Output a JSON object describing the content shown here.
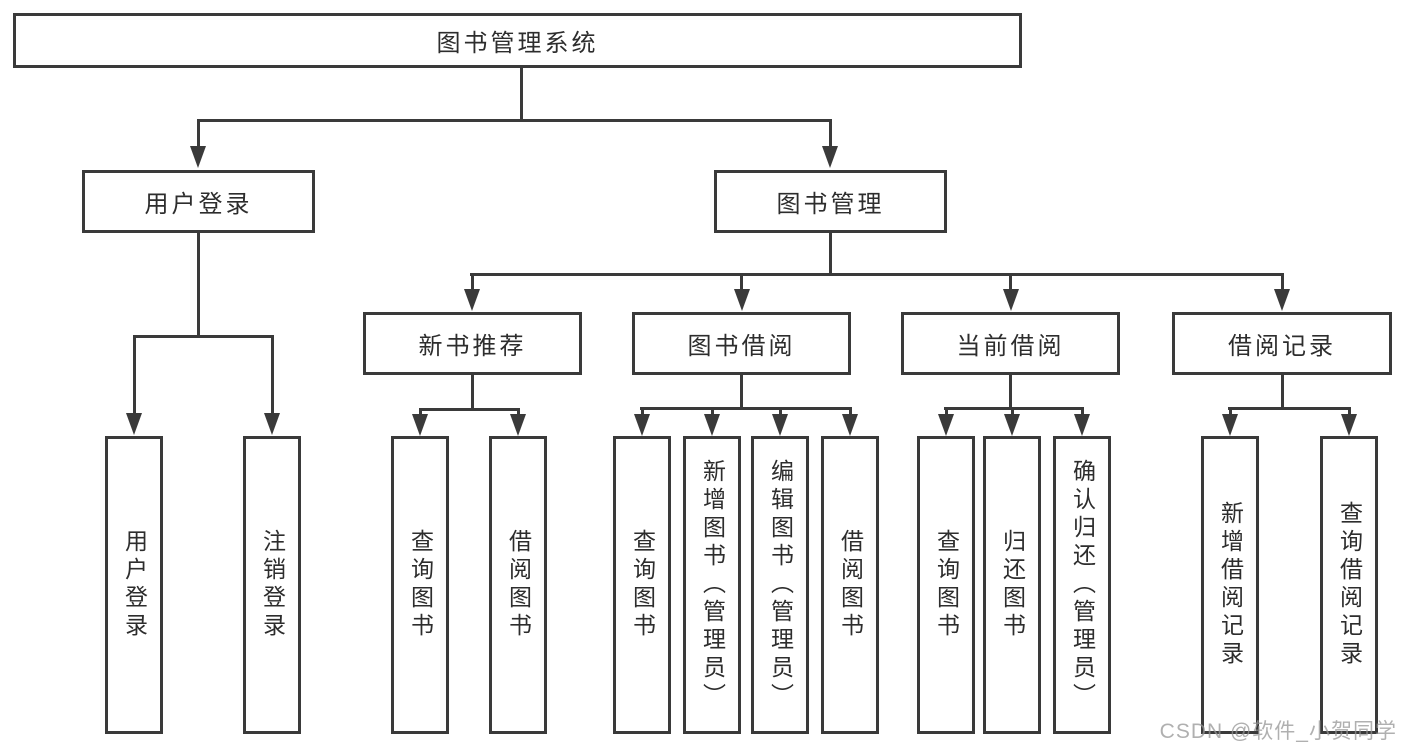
{
  "tree": {
    "label": "图书管理系统",
    "children": [
      {
        "label": "用户登录",
        "children": [
          {
            "label": "用户登录"
          },
          {
            "label": "注销登录"
          }
        ]
      },
      {
        "label": "图书管理",
        "children": [
          {
            "label": "新书推荐",
            "children": [
              {
                "label": "查询图书"
              },
              {
                "label": "借阅图书"
              }
            ]
          },
          {
            "label": "图书借阅",
            "children": [
              {
                "label": "查询图书"
              },
              {
                "label": "新增图书（管理员）"
              },
              {
                "label": "编辑图书（管理员）"
              },
              {
                "label": "借阅图书"
              }
            ]
          },
          {
            "label": "当前借阅",
            "children": [
              {
                "label": "查询图书"
              },
              {
                "label": "归还图书"
              },
              {
                "label": "确认归还（管理员）"
              }
            ]
          },
          {
            "label": "借阅记录",
            "children": [
              {
                "label": "新增借阅记录"
              },
              {
                "label": "查询借阅记录"
              }
            ]
          }
        ]
      }
    ]
  },
  "watermark": {
    "text": "CSDN @软件_小贺同学"
  },
  "colors": {
    "line": "#3a3a3a",
    "text": "#2d2d2d",
    "background": "#ffffff",
    "watermark": "#b5b5b5"
  }
}
